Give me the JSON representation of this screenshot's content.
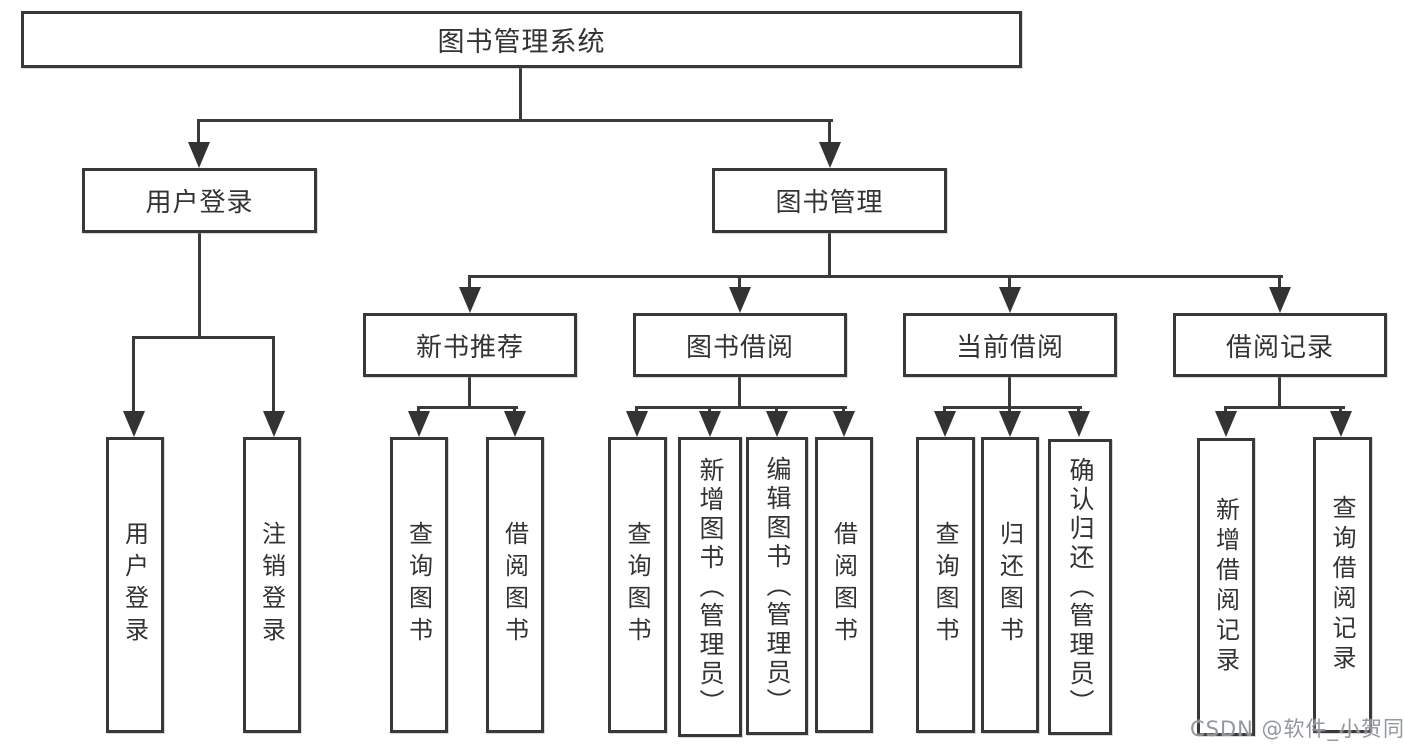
{
  "diagram": {
    "title": "图书管理系统",
    "watermark": "CSDN @软件_小贺同学",
    "colors": {
      "line": "#3a3a3a",
      "arrow": "#333333",
      "text": "#333333",
      "box_border": "#383838",
      "box_bg": "#ffffff",
      "watermark": "#8d9298"
    },
    "nodes": [
      {
        "id": "root",
        "label": "图书管理系统",
        "parent": null
      },
      {
        "id": "user-login-group",
        "label": "用户登录",
        "parent": "root"
      },
      {
        "id": "book-mgmt",
        "label": "图书管理",
        "parent": "root"
      },
      {
        "id": "new-book-rec",
        "label": "新书推荐",
        "parent": "book-mgmt"
      },
      {
        "id": "book-borrow",
        "label": "图书借阅",
        "parent": "book-mgmt"
      },
      {
        "id": "current-borrow",
        "label": "当前借阅",
        "parent": "book-mgmt"
      },
      {
        "id": "borrow-records",
        "label": "借阅记录",
        "parent": "book-mgmt"
      },
      {
        "id": "user-login",
        "label": "用户登录",
        "parent": "user-login-group"
      },
      {
        "id": "logout-login",
        "label": "注销登录",
        "parent": "user-login-group"
      },
      {
        "id": "nbr-query-book",
        "label": "查询图书",
        "parent": "new-book-rec"
      },
      {
        "id": "nbr-borrow-book",
        "label": "借阅图书",
        "parent": "new-book-rec"
      },
      {
        "id": "bb-query-book",
        "label": "查询图书",
        "parent": "book-borrow"
      },
      {
        "id": "bb-add-book",
        "label": "新增图书（管理员）",
        "parent": "book-borrow"
      },
      {
        "id": "bb-edit-book",
        "label": "编辑图书（管理员）",
        "parent": "book-borrow"
      },
      {
        "id": "bb-borrow-book",
        "label": "借阅图书",
        "parent": "book-borrow"
      },
      {
        "id": "cb-query-book",
        "label": "查询图书",
        "parent": "current-borrow"
      },
      {
        "id": "cb-return-book",
        "label": "归还图书",
        "parent": "current-borrow"
      },
      {
        "id": "cb-confirm-return",
        "label": "确认归还（管理员）",
        "parent": "current-borrow"
      },
      {
        "id": "br-add-record",
        "label": "新增借阅记录",
        "parent": "borrow-records"
      },
      {
        "id": "br-query-record",
        "label": "查询借阅记录",
        "parent": "borrow-records"
      }
    ]
  }
}
